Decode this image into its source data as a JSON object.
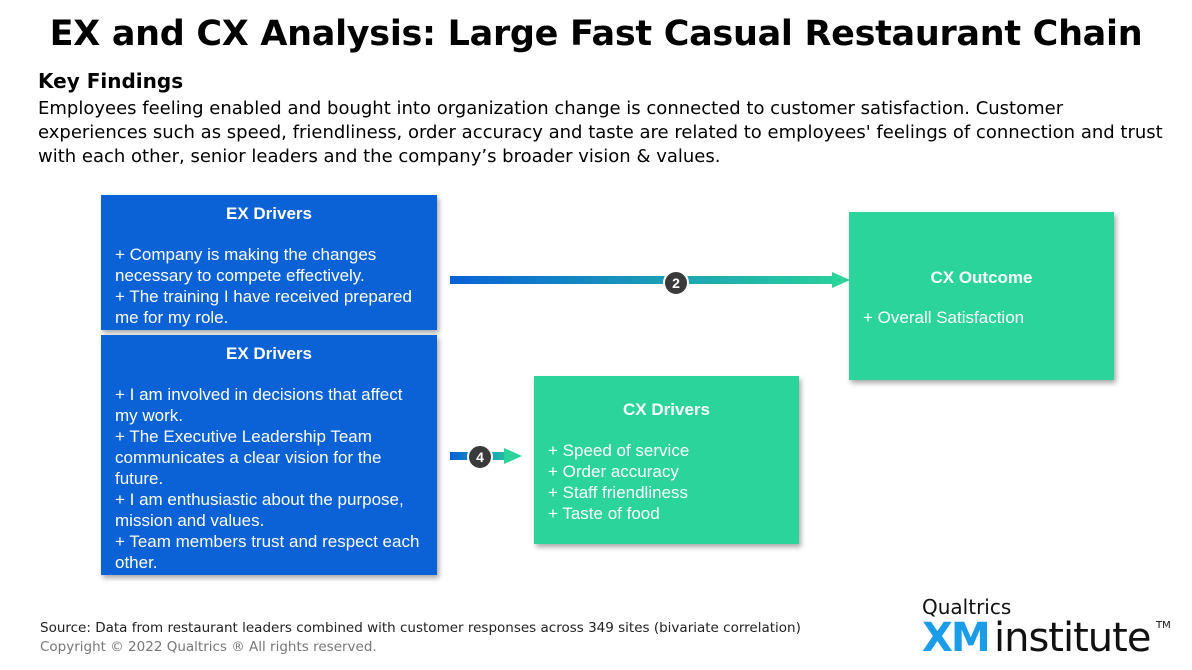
{
  "title": "EX and CX Analysis: Large Fast Casual Restaurant Chain",
  "key_findings": {
    "heading": "Key Findings",
    "body": "Employees feeling enabled and bought into organization change is connected to customer satisfaction.  Customer experiences such as speed, friendliness, order accuracy and taste are related to employees' feelings of connection and trust with each other, senior leaders  and the company’s broader vision & values."
  },
  "ex_drivers_top": {
    "heading": "EX Drivers",
    "items": [
      "+ Company is making the changes necessary to compete effectively.",
      "+ The training I have received prepared me for my role."
    ]
  },
  "ex_drivers_bottom": {
    "heading": "EX Drivers",
    "items": [
      "+ I am involved in decisions that affect my work.",
      "+ The Executive Leadership Team communicates a clear vision for the future.",
      "+ I am enthusiastic about the purpose, mission and values.",
      "+ Team members trust and respect each other."
    ]
  },
  "cx_drivers": {
    "heading": "CX Drivers",
    "items": [
      "+ Speed of service",
      "+ Order accuracy",
      "+ Staff friendliness",
      "+ Taste of food"
    ]
  },
  "cx_outcome": {
    "heading": "CX Outcome",
    "items": [
      "+ Overall Satisfaction"
    ]
  },
  "connectors": [
    {
      "from": "ex_drivers_top",
      "to": "cx_outcome",
      "label": "2"
    },
    {
      "from": "ex_drivers_bottom",
      "to": "cx_drivers",
      "label": "4"
    }
  ],
  "colors": {
    "ex_box": "#0a62d6",
    "cx_box": "#2ad49a",
    "arrow_start": "#0a62d6",
    "arrow_end": "#2ad49a",
    "badge": "#3a3a3a",
    "logo_xm": "#1b9ce8"
  },
  "footer": {
    "source": "Source: Data from restaurant leaders combined with customer responses across 349 sites (bivariate correlation)",
    "copyright": "Copyright © 2022 Qualtrics ® All rights reserved."
  },
  "logo": {
    "brand": "Qualtrics",
    "xm": "XM",
    "institute": "institute",
    "tm": "TM"
  }
}
